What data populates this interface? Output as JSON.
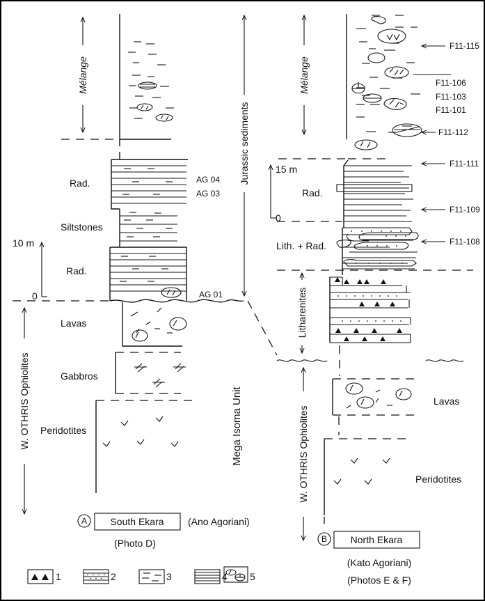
{
  "frame_color": "#000000",
  "south": {
    "melange": "Mélange",
    "rad_upper": "Rad.",
    "ag04": "AG 04",
    "ag03": "AG 03",
    "siltstones": "Siltstones",
    "scale_top": "10 m",
    "rad_lower": "Rad.",
    "scale_zero": "0",
    "ag01": "AG 01",
    "lavas": "Lavas",
    "gabbros": "Gabbros",
    "peridotites": "Peridotites",
    "ophiolites": "W. OTHRIS Ophiolites",
    "jurassic": "Jurassic sediments",
    "mega_isoma": "Mega Isoma Unit",
    "circle": "A",
    "name": "South Ekara",
    "place": "(Ano Agoriani)",
    "photo": "(Photo D)"
  },
  "north": {
    "melange": "Mélange",
    "samples": [
      "F11-115",
      "F11-106",
      "F11-103",
      "F11-101",
      "F11-112",
      "F11-111",
      "F11-109",
      "F11-108"
    ],
    "scale_top": "15 m",
    "rad": "Rad.",
    "scale_zero": "0",
    "lith_rad": "Lith. + Rad.",
    "litharenites": "Litharenites",
    "lavas": "Lavas",
    "peridotites": "Peridotites",
    "ophiolites": "W. OTHRIS Ophiolites",
    "circle": "B",
    "name": "North Ekara",
    "place": "(Kato Agoriani)",
    "photo": "(Photos E & F)"
  },
  "legend": [
    "1",
    "2",
    "3",
    "4",
    "5"
  ]
}
